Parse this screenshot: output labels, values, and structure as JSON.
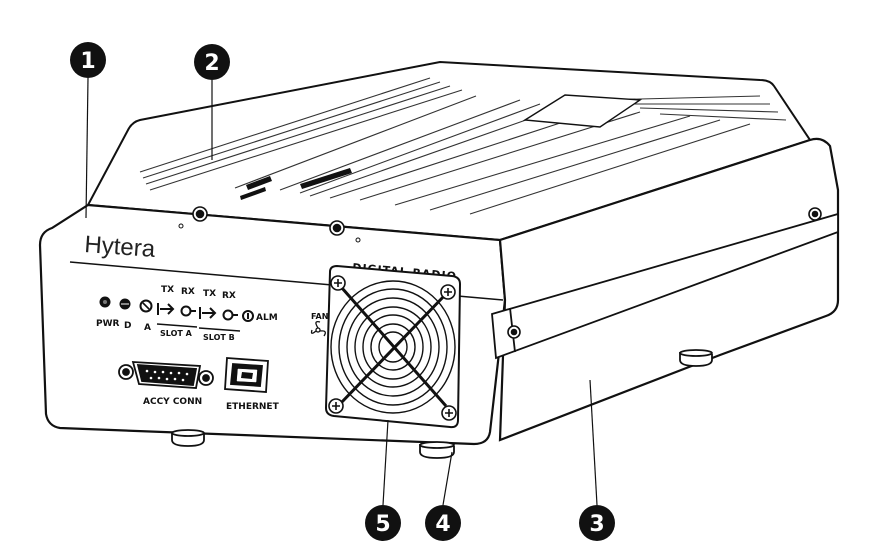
{
  "device": {
    "brand": "Hytera",
    "panel_title": "DIGITAL RADIO",
    "fan_label": "FAN",
    "indicators": {
      "pwr": "PWR",
      "d": "D",
      "a": "A",
      "tx_a": "TX",
      "rx_a": "RX",
      "tx_b": "TX",
      "rx_b": "RX",
      "alm": "ALM",
      "slot_a": "SLOT A",
      "slot_b": "SLOT B"
    },
    "ports": {
      "accy": "ACCY CONN",
      "ethernet": "ETHERNET"
    }
  },
  "callouts": [
    {
      "number": "1"
    },
    {
      "number": "2"
    },
    {
      "number": "3"
    },
    {
      "number": "4"
    },
    {
      "number": "5"
    }
  ],
  "colors": {
    "line": "#111111",
    "callout_fill": "#111111",
    "background": "#ffffff"
  }
}
